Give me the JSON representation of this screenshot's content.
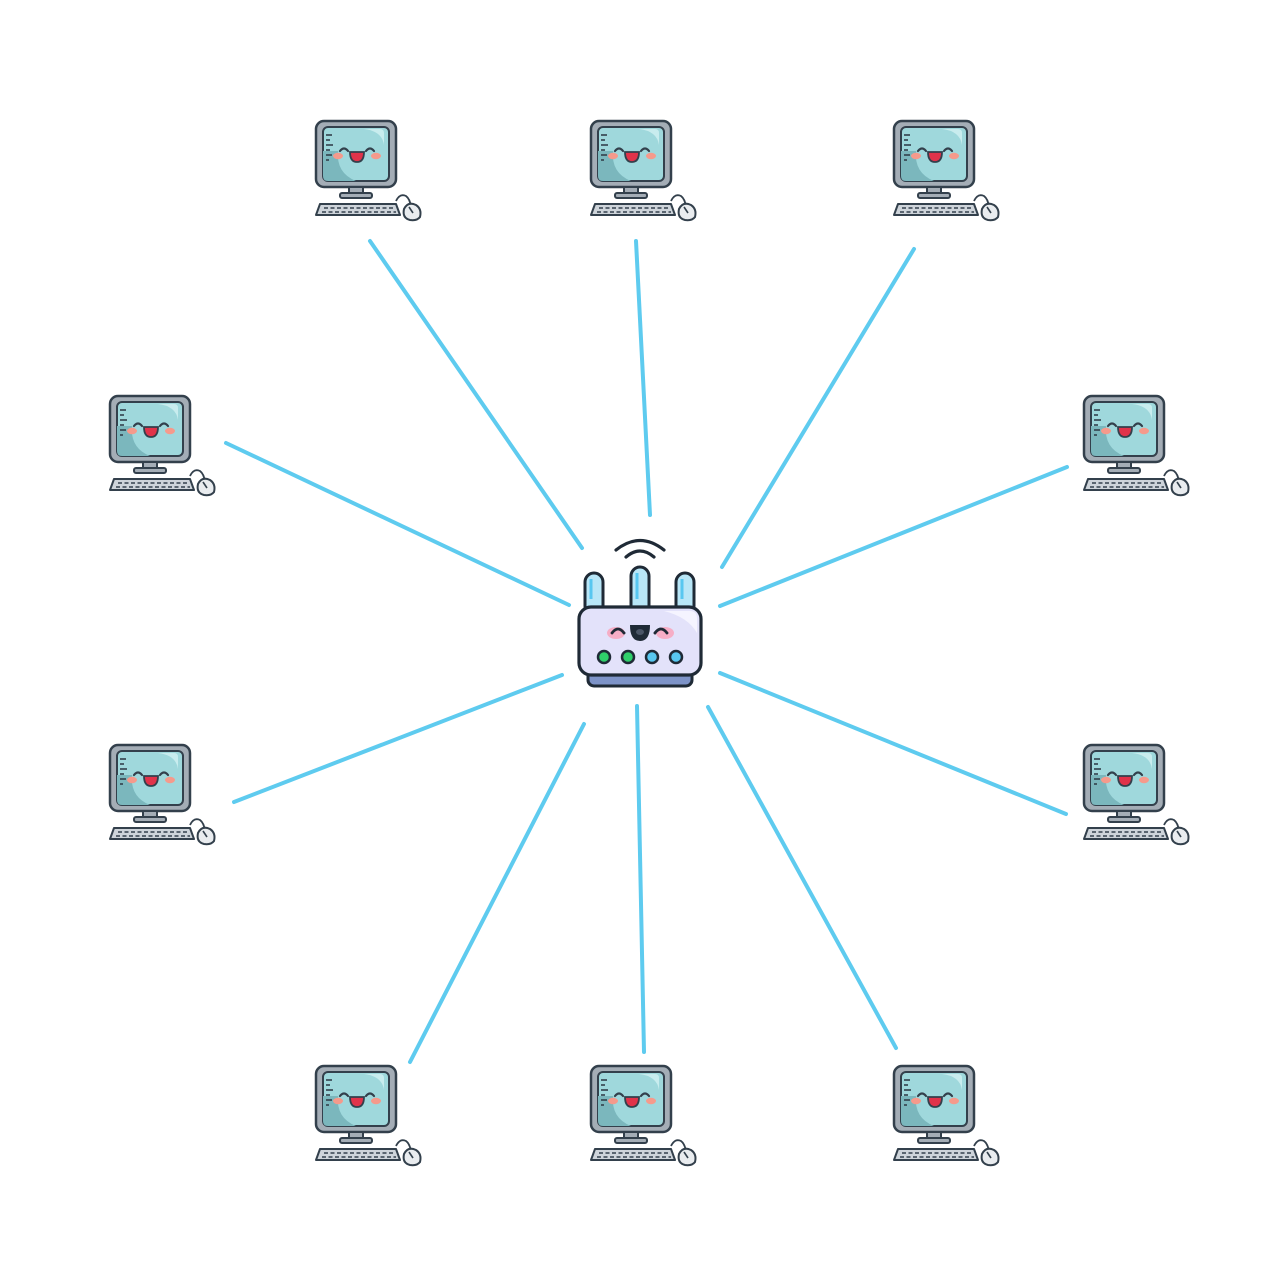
{
  "diagram": {
    "type": "star-network",
    "hub": {
      "kind": "router",
      "icon": "router-icon",
      "face": "smiling"
    },
    "nodes": [
      {
        "kind": "computer",
        "icon": "computer-icon",
        "position": "top-left"
      },
      {
        "kind": "computer",
        "icon": "computer-icon",
        "position": "top-center"
      },
      {
        "kind": "computer",
        "icon": "computer-icon",
        "position": "top-right"
      },
      {
        "kind": "computer",
        "icon": "computer-icon",
        "position": "upper-left"
      },
      {
        "kind": "computer",
        "icon": "computer-icon",
        "position": "upper-right"
      },
      {
        "kind": "computer",
        "icon": "computer-icon",
        "position": "lower-left"
      },
      {
        "kind": "computer",
        "icon": "computer-icon",
        "position": "lower-right"
      },
      {
        "kind": "computer",
        "icon": "computer-icon",
        "position": "bottom-left"
      },
      {
        "kind": "computer",
        "icon": "computer-icon",
        "position": "bottom-center"
      },
      {
        "kind": "computer",
        "icon": "computer-icon",
        "position": "bottom-right"
      }
    ],
    "links_from_hub": 10
  },
  "colors": {
    "background": "#ffffff",
    "link": "#5ecbef",
    "screen": "#9fd8dc",
    "screen_dark": "#7bb7bd",
    "bezel": "#a4adb6",
    "outline": "#33404c",
    "cheek": "#f59a8c",
    "mouth": "#e0334a",
    "router_body": "#e3e2fa",
    "router_base": "#7d93c8",
    "antenna": "#b8e6f7",
    "led_green": "#2fcf6a",
    "led_blue": "#58c7f0"
  }
}
